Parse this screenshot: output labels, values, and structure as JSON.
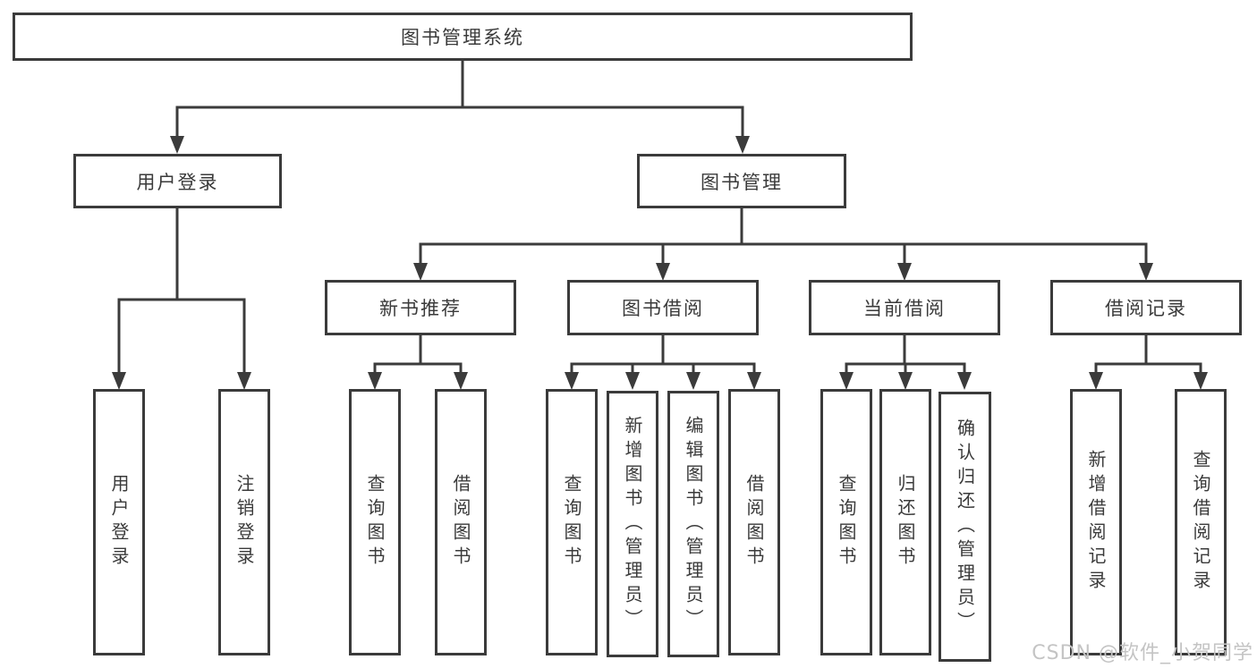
{
  "tree": {
    "label": "图书管理系统",
    "children": [
      {
        "label": "用户登录",
        "children": [
          {
            "label": "用户登录"
          },
          {
            "label": "注销登录"
          }
        ]
      },
      {
        "label": "图书管理",
        "children": [
          {
            "label": "新书推荐",
            "children": [
              {
                "label": "查询图书"
              },
              {
                "label": "借阅图书"
              }
            ]
          },
          {
            "label": "图书借阅",
            "children": [
              {
                "label": "查询图书"
              },
              {
                "label": "新增图书（管理员）"
              },
              {
                "label": "编辑图书（管理员）"
              },
              {
                "label": "借阅图书"
              }
            ]
          },
          {
            "label": "当前借阅",
            "children": [
              {
                "label": "查询图书"
              },
              {
                "label": "归还图书"
              },
              {
                "label": "确认归还（管理员）"
              }
            ]
          },
          {
            "label": "借阅记录",
            "children": [
              {
                "label": "新增借阅记录"
              },
              {
                "label": "查询借阅记录"
              }
            ]
          }
        ]
      }
    ]
  },
  "watermark": "CSDN @软件_小贺同学",
  "colors": {
    "line": "#3b3b3b",
    "text": "#3a3a3a",
    "watermark": "#c4c4c4"
  }
}
